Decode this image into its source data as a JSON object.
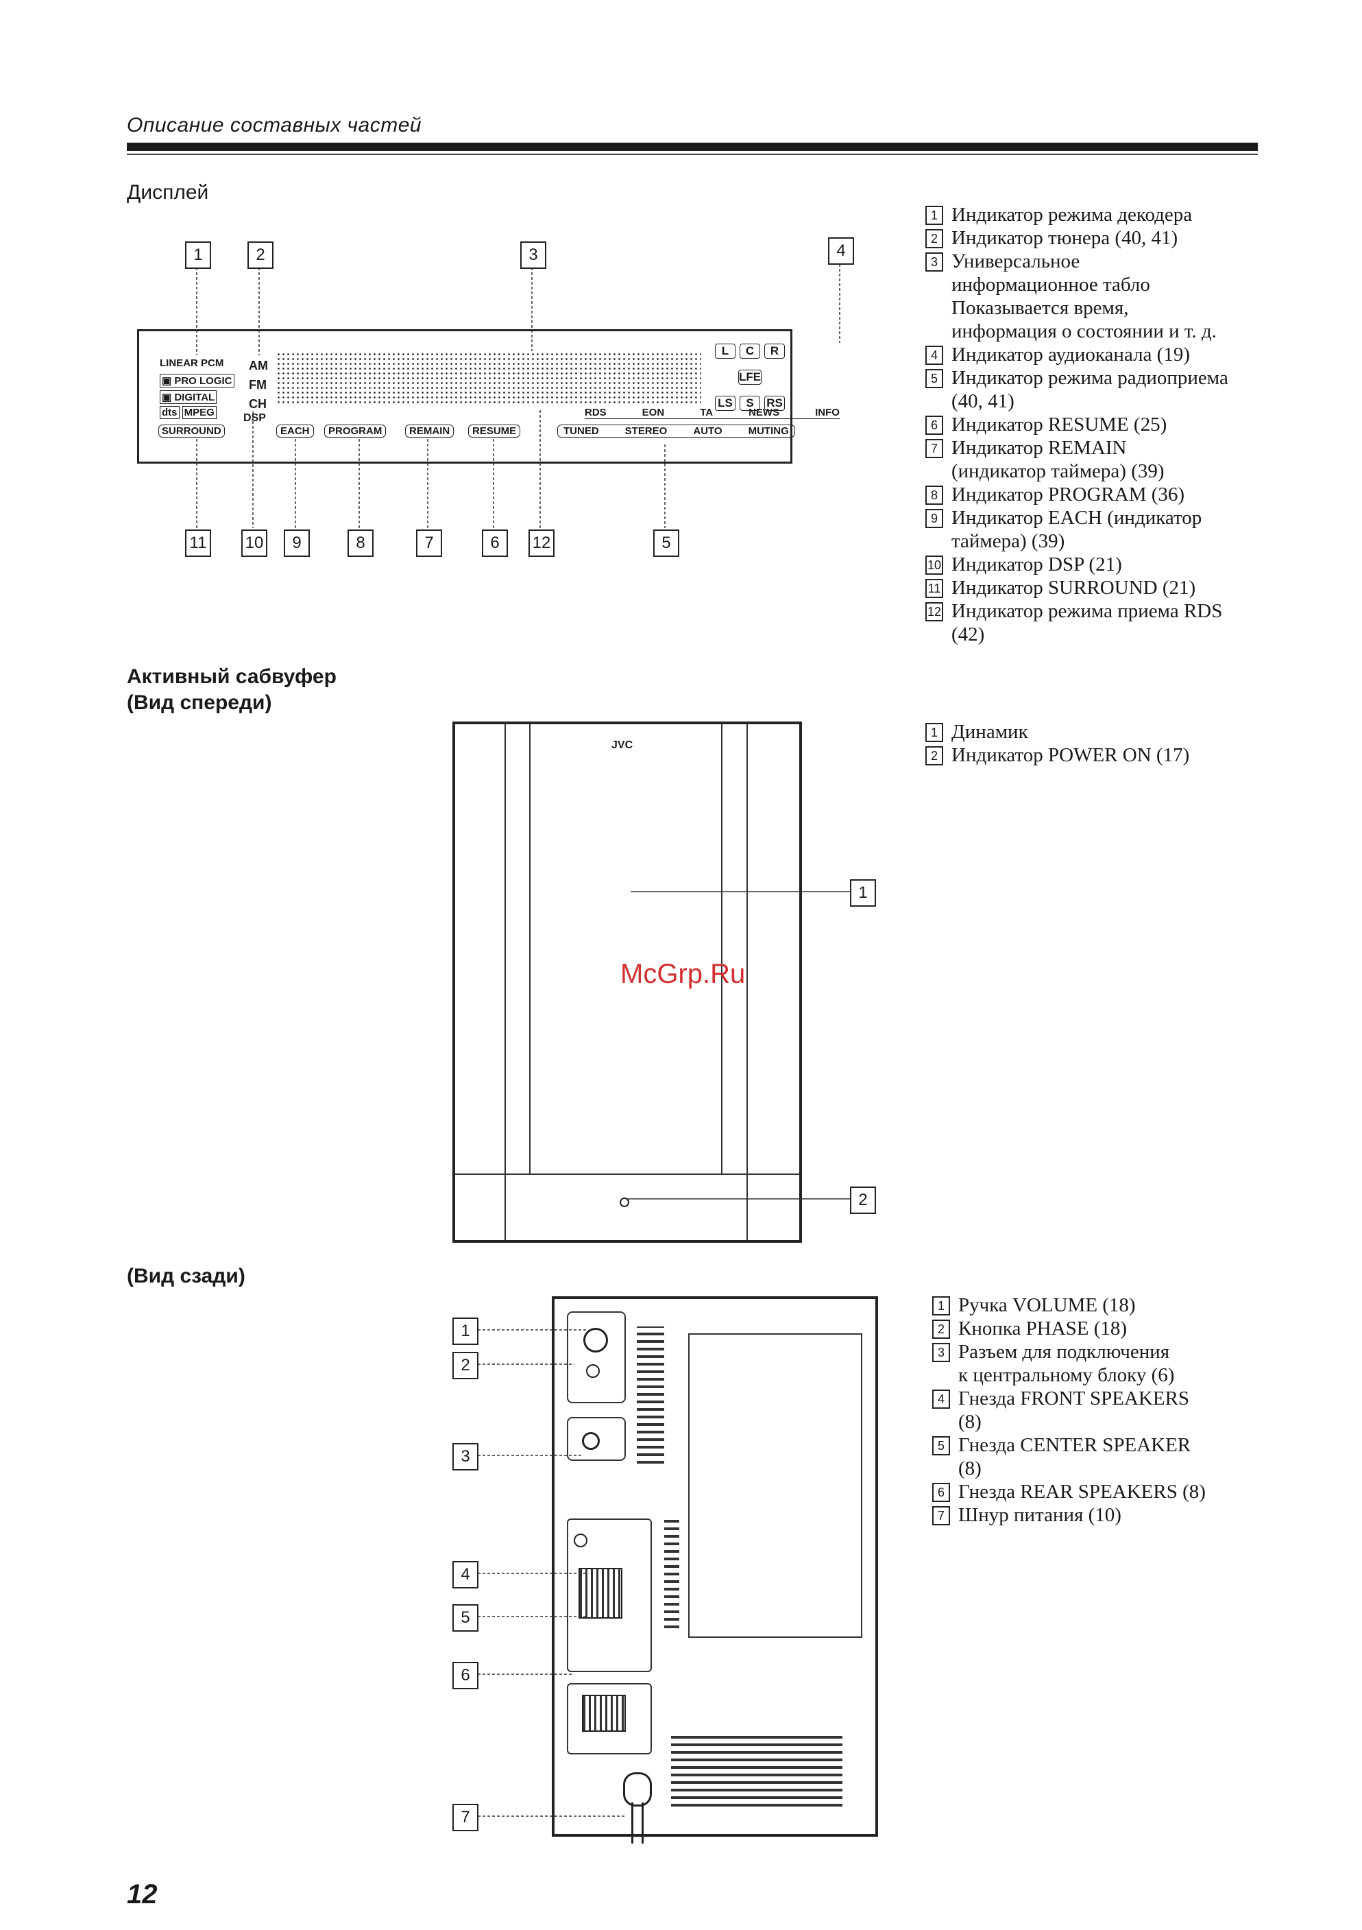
{
  "header": {
    "title": "Описание составных частей"
  },
  "display_section": {
    "title": "Дисплей",
    "labels": {
      "linear_pcm": "LINEAR PCM",
      "pro_logic": "PRO LOGIC",
      "digital": "DIGITAL",
      "dts": "dts",
      "mpeg": "MPEG",
      "surround": "SURROUND",
      "am": "AM",
      "fm": "FM",
      "ch": "CH",
      "dsp": "DSP",
      "each": "EACH",
      "program": "PROGRAM",
      "remain": "REMAIN",
      "resume": "RESUME",
      "rds": "RDS",
      "eon": "EON",
      "ta": "TA",
      "news": "NEWS",
      "info": "INFO",
      "tuned": "TUNED",
      "stereo": "STEREO",
      "auto": "AUTO",
      "muting": "MUTING",
      "l": "L",
      "c": "C",
      "r": "R",
      "lfe": "LFE",
      "ls": "LS",
      "s": "S",
      "rs": "RS"
    },
    "callouts": {
      "c1": "1",
      "c2": "2",
      "c3": "3",
      "c4": "4",
      "c5": "5",
      "c6": "6",
      "c7": "7",
      "c8": "8",
      "c9": "9",
      "c10": "10",
      "c11": "11",
      "c12": "12"
    },
    "legend": [
      {
        "num": "1",
        "text": "Индикатор режима декодера"
      },
      {
        "num": "2",
        "text": "Индикатор тюнера (40, 41)"
      },
      {
        "num": "3",
        "text": "Универсальное\nинформационное табло\nПоказывается время,\nинформация о состоянии и т. д."
      },
      {
        "num": "4",
        "text": "Индикатор аудиоканала (19)"
      },
      {
        "num": "5",
        "text": "Индикатор режима радиоприема\n(40, 41)"
      },
      {
        "num": "6",
        "text": "Индикатор RESUME (25)"
      },
      {
        "num": "7",
        "text": "Индикатор REMAIN\n(индикатор таймера) (39)"
      },
      {
        "num": "8",
        "text": "Индикатор PROGRAM (36)"
      },
      {
        "num": "9",
        "text": "Индикатор EACH (индикатор\nтаймера) (39)"
      },
      {
        "num": "10",
        "text": "Индикатор DSP (21)"
      },
      {
        "num": "11",
        "text": "Индикатор SURROUND (21)"
      },
      {
        "num": "12",
        "text": "Индикатор режима приема RDS\n(42)"
      }
    ]
  },
  "subwoofer_front": {
    "title_line1": "Активный сабвуфер",
    "title_line2": "(Вид спереди)",
    "brand": "JVC",
    "callouts": {
      "c1": "1",
      "c2": "2"
    },
    "legend": [
      {
        "num": "1",
        "text": "Динамик"
      },
      {
        "num": "2",
        "text": "Индикатор POWER ON (17)"
      }
    ]
  },
  "subwoofer_rear": {
    "title": "(Вид сзади)",
    "callouts": {
      "c1": "1",
      "c2": "2",
      "c3": "3",
      "c4": "4",
      "c5": "5",
      "c6": "6",
      "c7": "7"
    },
    "legend": [
      {
        "num": "1",
        "text": "Ручка VOLUME (18)"
      },
      {
        "num": "2",
        "text": "Кнопка PHASE (18)"
      },
      {
        "num": "3",
        "text": "Разъем для подключения\nк центральному блоку (6)"
      },
      {
        "num": "4",
        "text": "Гнезда FRONT SPEAKERS\n(8)"
      },
      {
        "num": "5",
        "text": "Гнезда CENTER SPEAKER\n(8)"
      },
      {
        "num": "6",
        "text": "Гнезда REAR SPEAKERS (8)"
      },
      {
        "num": "7",
        "text": "Шнур питания (10)"
      }
    ]
  },
  "watermark": "McGrp.Ru",
  "page_number": "12"
}
